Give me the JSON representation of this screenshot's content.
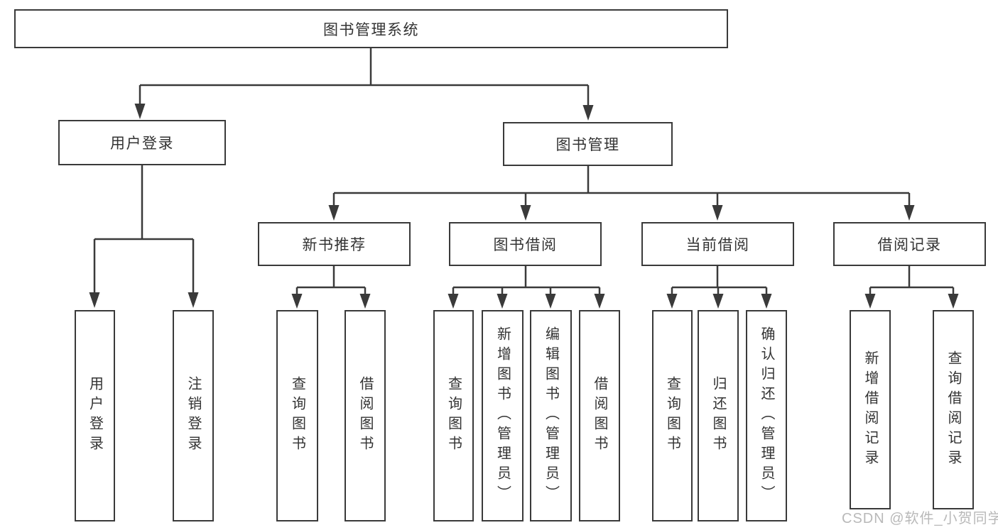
{
  "diagram": {
    "root": {
      "label": "图书管理系统"
    },
    "level2": [
      {
        "label": "用户登录"
      },
      {
        "label": "图书管理"
      }
    ],
    "level3": [
      {
        "label": "新书推荐"
      },
      {
        "label": "图书借阅"
      },
      {
        "label": "当前借阅"
      },
      {
        "label": "借阅记录"
      }
    ],
    "leaves": [
      {
        "label": "用户登录"
      },
      {
        "label": "注销登录"
      },
      {
        "label": "查询图书"
      },
      {
        "label": "借阅图书"
      },
      {
        "label": "查询图书"
      },
      {
        "label": "新增图书（管理员）"
      },
      {
        "label": "编辑图书（管理员）"
      },
      {
        "label": "借阅图书"
      },
      {
        "label": "查询图书"
      },
      {
        "label": "归还图书"
      },
      {
        "label": "确认归还（管理员）"
      },
      {
        "label": "新增借阅记录"
      },
      {
        "label": "查询借阅记录"
      }
    ]
  },
  "watermark": {
    "text": "CSDN @软件_小贺同学"
  },
  "colors": {
    "line": "#3a3a3a",
    "text": "#333333",
    "watermark": "#b9b9b9",
    "background": "#ffffff"
  }
}
